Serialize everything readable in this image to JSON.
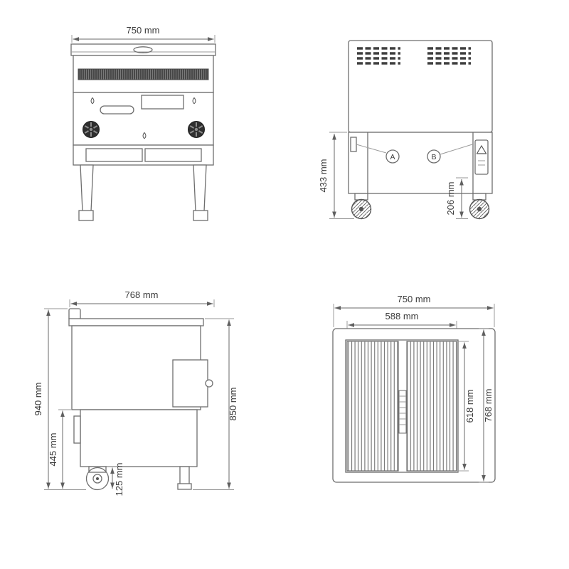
{
  "drawing": {
    "front": {
      "dim_width": "750 mm"
    },
    "back": {
      "dim_stand_height": "433 mm",
      "dim_caster_height": "206 mm",
      "callout_a": "A",
      "callout_b": "B"
    },
    "side": {
      "dim_depth": "768 mm",
      "dim_overall_height": "940 mm",
      "dim_base_height": "445 mm",
      "dim_surface_height": "850 mm",
      "dim_caster_height": "125 mm"
    },
    "top": {
      "dim_width": "750 mm",
      "dim_grill_width": "588 mm",
      "dim_grill_depth": "618 mm",
      "dim_depth": "768 mm"
    }
  },
  "colors": {
    "line": "#6e6e6e",
    "dark": "#3c3c3c",
    "dimension_text": "#3b3b3b",
    "background": "#ffffff"
  }
}
